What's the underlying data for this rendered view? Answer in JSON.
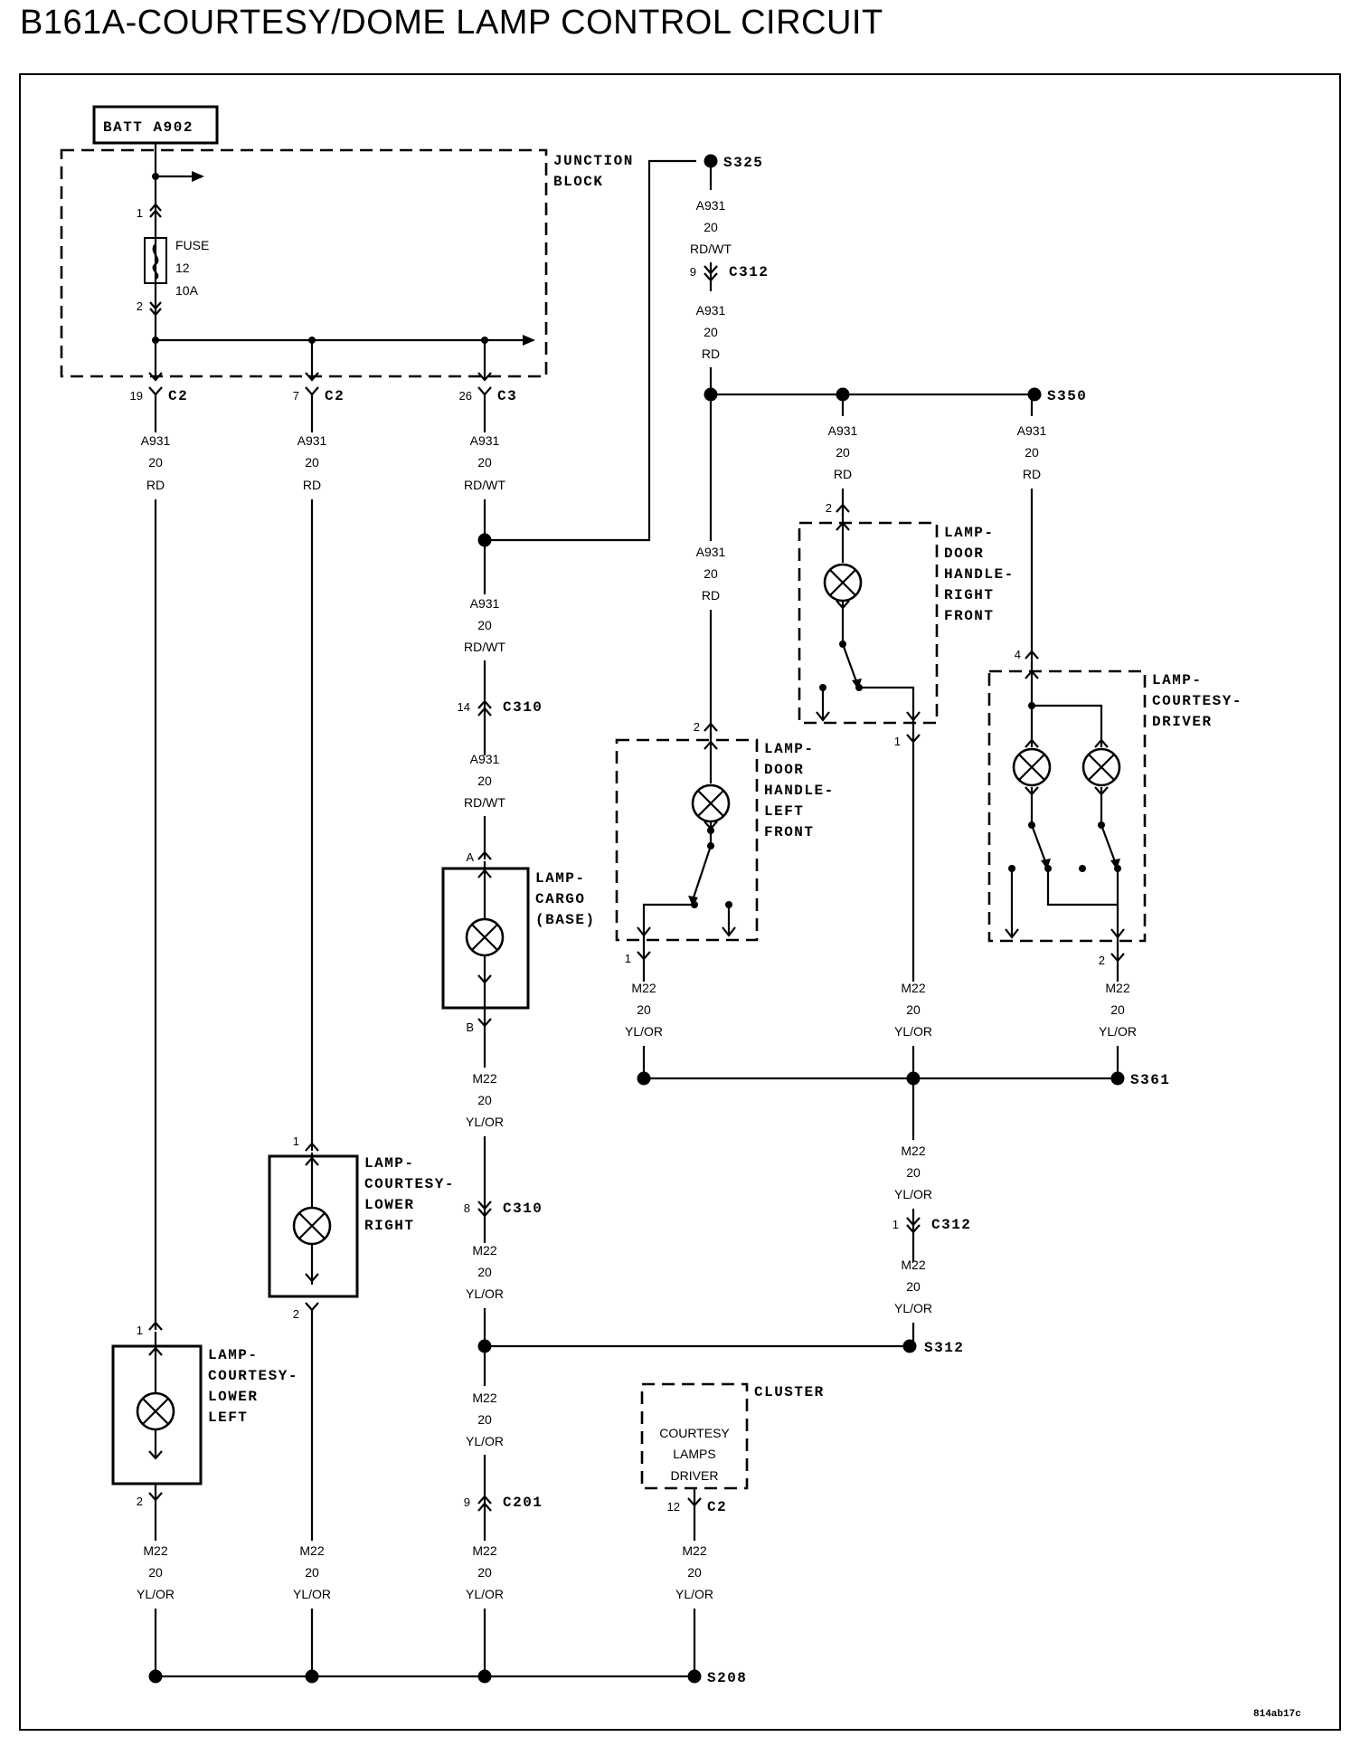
{
  "title": "B161A-COURTESY/DOME LAMP CONTROL CIRCUIT",
  "ref_code": "814ab17c",
  "battery": "BATT A902",
  "junction_block": {
    "line1": "JUNCTION",
    "line2": "BLOCK"
  },
  "fuse": {
    "label": "FUSE",
    "number": "12",
    "rating": "10A",
    "pin_in": "1",
    "pin_out": "2"
  },
  "outputs": [
    {
      "pin": "19",
      "conn": "C2",
      "wire": "A931",
      "gauge": "20",
      "color": "RD"
    },
    {
      "pin": "7",
      "conn": "C2",
      "wire": "A931",
      "gauge": "20",
      "color": "RD"
    },
    {
      "pin": "26",
      "conn": "C3",
      "wire": "A931",
      "gauge": "20",
      "color": "RD/WT"
    }
  ],
  "splices": {
    "s325": "S325",
    "s350": "S350",
    "s361": "S361",
    "s312": "S312",
    "s208": "S208"
  },
  "connectors": {
    "c312_top": {
      "pin": "9",
      "name": "C312"
    },
    "c310_top": {
      "pin": "14",
      "name": "C310"
    },
    "c310_bot": {
      "pin": "8",
      "name": "C310"
    },
    "c312_bot": {
      "pin": "1",
      "name": "C312"
    },
    "c201": {
      "pin": "9",
      "name": "C201"
    },
    "cluster_c2": {
      "pin": "12",
      "name": "C2"
    }
  },
  "wires": {
    "a931_rdwt": {
      "id": "A931",
      "gauge": "20",
      "color": "RD/WT"
    },
    "a931_rd": {
      "id": "A931",
      "gauge": "20",
      "color": "RD"
    },
    "m22": {
      "id": "M22",
      "gauge": "20",
      "color": "YL/OR"
    }
  },
  "lamps": {
    "cargo": {
      "lines": [
        "LAMP-",
        "CARGO",
        "(BASE)"
      ],
      "pin_top": "A",
      "pin_bot": "B"
    },
    "door_left": {
      "lines": [
        "LAMP-",
        "DOOR",
        "HANDLE-",
        "LEFT",
        "FRONT"
      ],
      "pin_top": "2",
      "pin_bot": "1"
    },
    "door_right": {
      "lines": [
        "LAMP-",
        "DOOR",
        "HANDLE-",
        "RIGHT",
        "FRONT"
      ],
      "pin_top": "2",
      "pin_bot": "1"
    },
    "driver": {
      "lines": [
        "LAMP-",
        "COURTESY-",
        "DRIVER"
      ],
      "pin_top": "4",
      "pin_bot": "2"
    },
    "lower_right": {
      "lines": [
        "LAMP-",
        "COURTESY-",
        "LOWER",
        "RIGHT"
      ],
      "pin_top": "1",
      "pin_bot": "2"
    },
    "lower_left": {
      "lines": [
        "LAMP-",
        "COURTESY-",
        "LOWER",
        "LEFT"
      ],
      "pin_top": "1",
      "pin_bot": "2"
    }
  },
  "cluster": {
    "label": "CLUSTER",
    "lines": [
      "COURTESY",
      "LAMPS",
      "DRIVER"
    ]
  }
}
